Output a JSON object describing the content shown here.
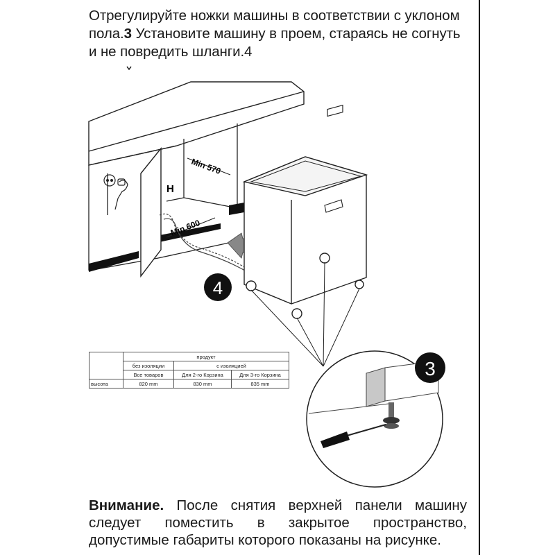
{
  "intro": {
    "line1": "Отрегулируйте ножки машины в соответствии с уклоном",
    "line2_pre": "пола.",
    "step3_ref": "3",
    "line2_post": " Установите машину в проем, стараясь не согнуть",
    "line3": "и не повредить шланги.4"
  },
  "diagram": {
    "label_min570": "Min 570",
    "label_min600": "Min 600",
    "label_h": "H",
    "step4": "4",
    "step3": "3"
  },
  "table": {
    "header_product": "продукт",
    "without_insulation": "без изоляции",
    "with_insulation": "с изоляцией",
    "all_models": "Все товаров",
    "basket2": "Для 2-го Корзина",
    "basket3": "Для 3-го Корзина",
    "row_label": "высота",
    "val1": "820 mm",
    "val2": "830 mm",
    "val3": "835 mm"
  },
  "footer": {
    "bold": "Внимание.",
    "text": " После снятия верхней панели машину следует поместить в закрытое пространство, допустимые габариты которого показаны на рисунке."
  }
}
